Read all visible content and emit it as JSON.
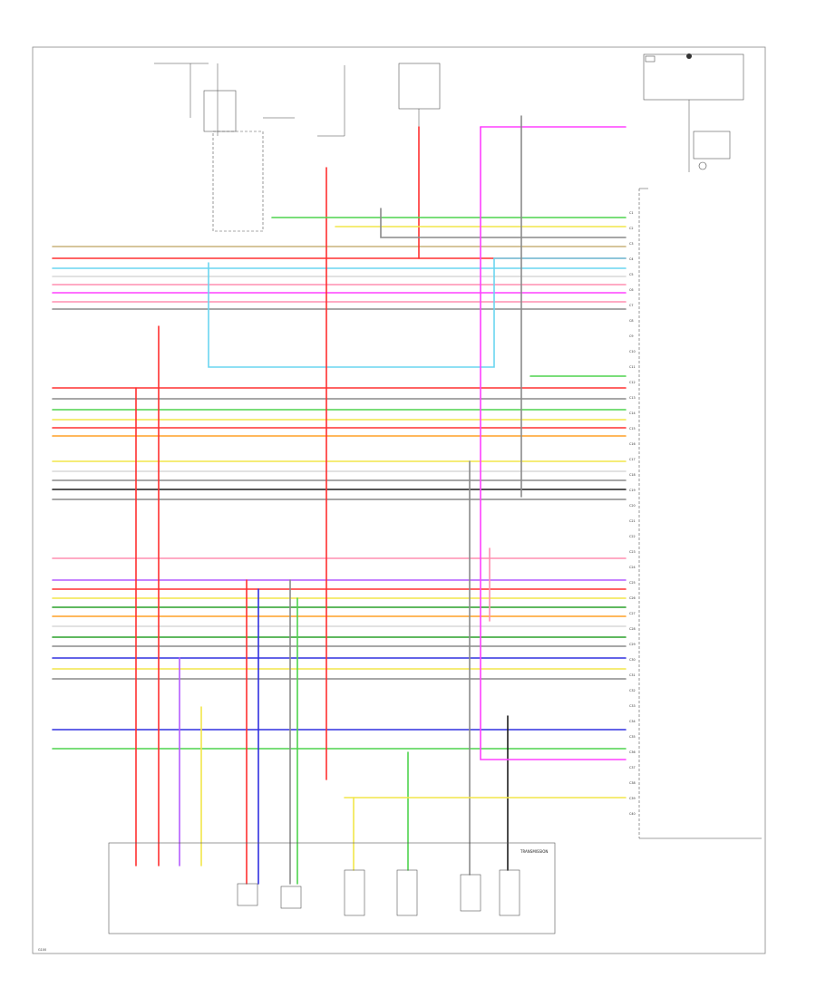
{
  "colors": {
    "tan": "#c9b27a",
    "pink": "#ff8fb0",
    "lt_blue": "#6ad5f0",
    "red": "#ff3030",
    "yellow": "#f2e64a",
    "white": "#d8d8d8",
    "gray": "#8a8a8a",
    "black": "#1e1e1e",
    "lt_green": "#4fd44f",
    "dk_green": "#2aa02a",
    "orange": "#ffa126",
    "purple": "#b45cff",
    "magenta": "#ff40ff",
    "dk_blue": "#3030e0",
    "brown": "#a06a30",
    "violet": "#8a2be2"
  },
  "labels": {
    "transmission": "TRANSMISSION",
    "ground": "G100"
  },
  "pcm_pins": [
    "C1",
    "C2",
    "C3",
    "C4",
    "C5",
    "C6",
    "C7",
    "C8",
    "C9",
    "C10",
    "C11",
    "C12",
    "C13",
    "C14",
    "C15",
    "C16",
    "C17",
    "C18",
    "C19",
    "C20",
    "C21",
    "C22",
    "C23",
    "C24",
    "C25",
    "C26",
    "C27",
    "C28",
    "C29",
    "C30",
    "C31",
    "C32",
    "C33",
    "C34",
    "C35",
    "C36",
    "C37",
    "C38",
    "C39",
    "C40"
  ]
}
